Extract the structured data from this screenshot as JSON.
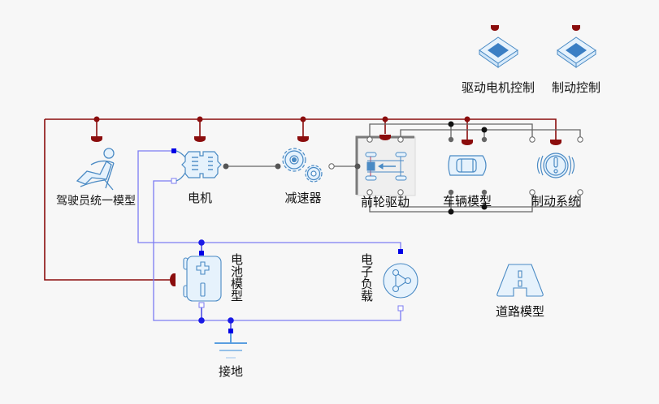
{
  "diagram": {
    "title": "Electric vehicle system model",
    "colors": {
      "background": "#f7f7f7",
      "control_bus": "#8b0d0d",
      "electric_wire": "#7b7bf2",
      "electric_wire_dark": "#2b2be0",
      "mechanical_wire": "#6b6b6b",
      "icon_stroke": "#4a8ac4",
      "icon_fill": "#e6f2fc"
    },
    "components": {
      "drive_motor_control": {
        "label": "驱动电机控制",
        "icon": "controller-chip-icon"
      },
      "brake_control": {
        "label": "制动控制",
        "icon": "controller-chip-icon"
      },
      "driver_model": {
        "label": "驾驶员统一模型",
        "icon": "driver-seat-icon"
      },
      "motor": {
        "label": "电机",
        "icon": "motor-icon"
      },
      "reducer": {
        "label": "减速器",
        "icon": "gears-icon"
      },
      "front_drive": {
        "label": "前轮驱动",
        "icon": "front-wheel-drive-icon"
      },
      "vehicle_model": {
        "label": "车辆模型",
        "icon": "car-icon"
      },
      "brake_system": {
        "label": "制动系统",
        "icon": "brake-warning-icon"
      },
      "battery_model": {
        "label": "电池模型",
        "icon": "battery-icon"
      },
      "electronic_load": {
        "label": "电子负载",
        "icon": "load-triangle-icon"
      },
      "road_model": {
        "label": "道路模型",
        "icon": "road-icon"
      },
      "ground": {
        "label": "接地",
        "icon": "ground-icon"
      }
    }
  }
}
